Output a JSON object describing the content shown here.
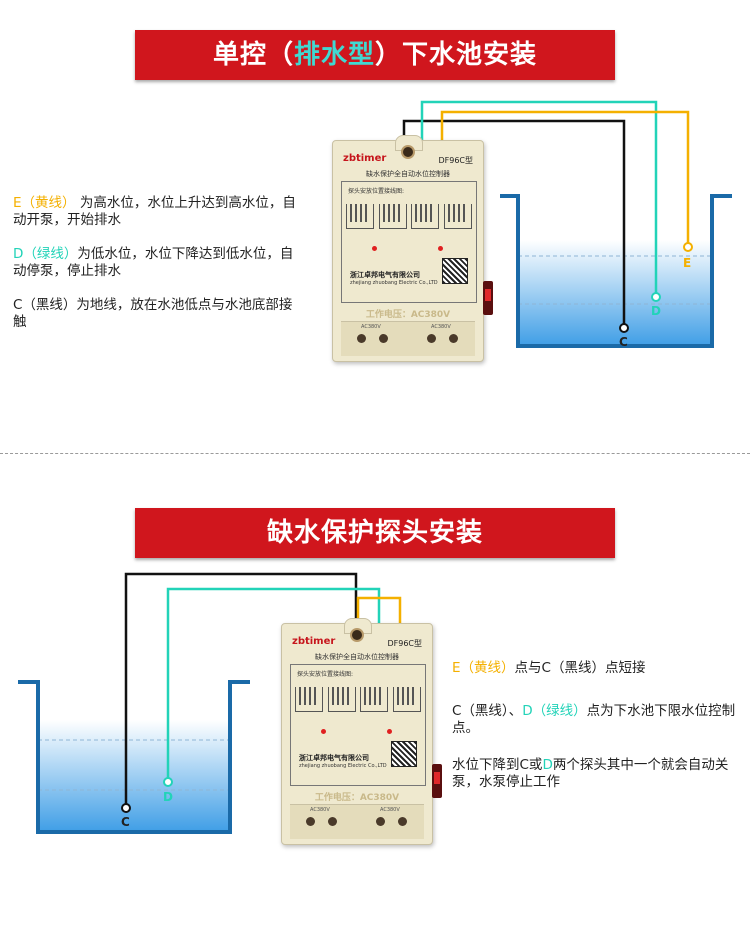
{
  "section1": {
    "banner_a": "单控（",
    "banner_hl": "排水型",
    "banner_b": "）下水池安装",
    "e_label": "E（黄线）",
    "e_text": "为高水位，水位上升达到高水位，自动开泵，开始排水",
    "d_label": "D（绿线）",
    "d_text": "为低水位，水位下降达到低水位，自动停泵，停止排水",
    "c_text": "C（黑线）为地线，放在水池低点与水池底部接触",
    "tank_e": "E",
    "tank_d": "D",
    "tank_c": "C"
  },
  "section2": {
    "banner": "缺水保护探头安装",
    "line1_e": "E（黄线）",
    "line1_rest": "点与C（黑线）点短接",
    "line2_c": "C（黑线）、",
    "line2_d": "D（绿线）",
    "line2_rest": "点为下水池下限水位控制点。",
    "line3_a": "水位下降到C或",
    "line3_d": "D",
    "line3_b": "两个探头其中一个就会自动关泵，水泵停止工作",
    "tank_d": "D",
    "tank_c": "C"
  },
  "device": {
    "brand": "zbtimer",
    "model": "DF96C型",
    "title": "缺水保护全自动水位控制器",
    "hint": "探头安放位置接线图:",
    "company": "浙江卓邦电气有限公司",
    "company_en": "zhejiang zhuobang Electric Co.,LTD",
    "voltage": "工作电压：AC380V",
    "term_left": "AC380V",
    "term_right": "AC380V"
  },
  "colors": {
    "banner_red": "#d0161d",
    "yellow_wire": "#f4b000",
    "green_wire": "#22d3b8",
    "black_wire": "#111111",
    "tank_blue": "#1a6aa8"
  }
}
